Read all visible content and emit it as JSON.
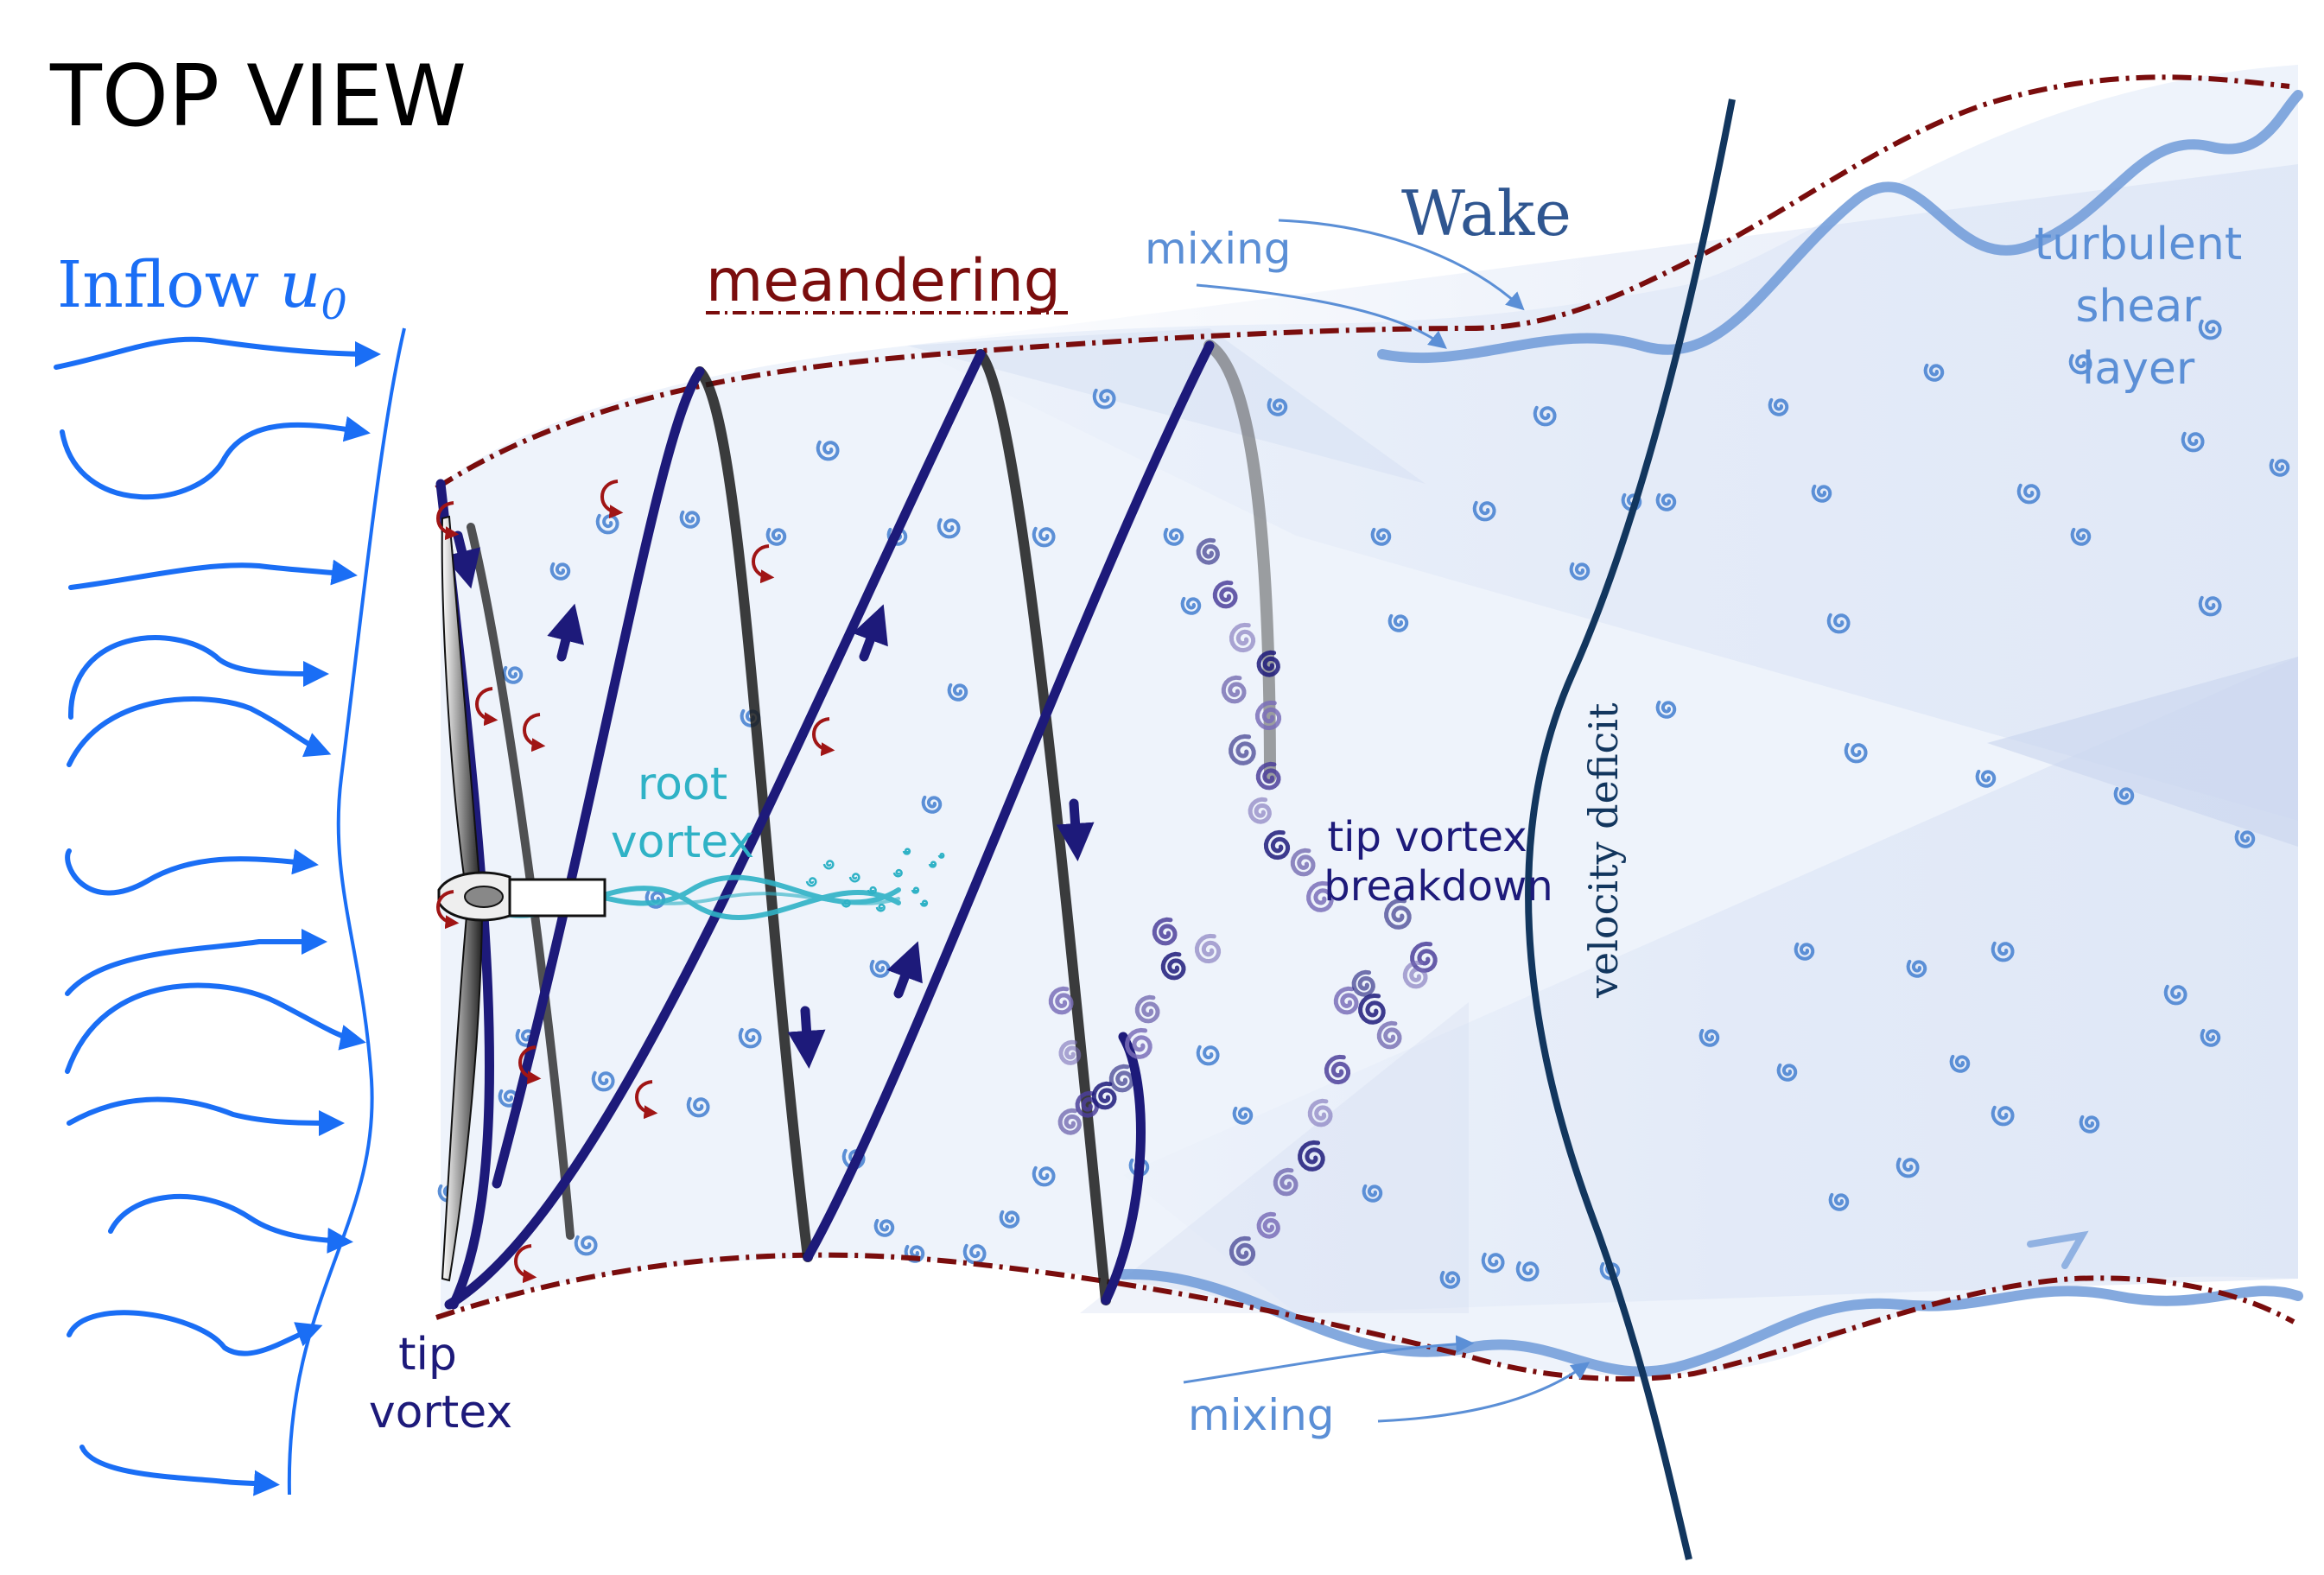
{
  "title": "TOP VIEW",
  "inflow": {
    "label": "Inflow ",
    "symbol": "u",
    "subscript": "0"
  },
  "meandering": "meandering",
  "wake": "Wake",
  "mixing_top": "mixing",
  "mixing_bottom": "mixing",
  "turbulent_shear_layer": [
    "turbulent",
    "shear",
    "layer"
  ],
  "root_vortex": [
    "root",
    "vortex"
  ],
  "tip_vortex": [
    "tip",
    "vortex"
  ],
  "tip_vortex_breakdown": [
    "tip vortex",
    "breakdown"
  ],
  "velocity_deficit": "velocity deficit",
  "colors": {
    "inflow_blue": "#1a6ef5",
    "meander_red": "#7a0d0d",
    "helix_navy": "#1d1a7a",
    "wake_fill": "#e3eaf7",
    "wake_light": "#5b8fd6",
    "root_cyan": "#2fb2c6",
    "deficit_navy": "#12365e"
  },
  "icons": [
    "wind-arrow-icon",
    "turbine-rotor-icon",
    "eddy-icon",
    "rotation-arrow-icon"
  ]
}
